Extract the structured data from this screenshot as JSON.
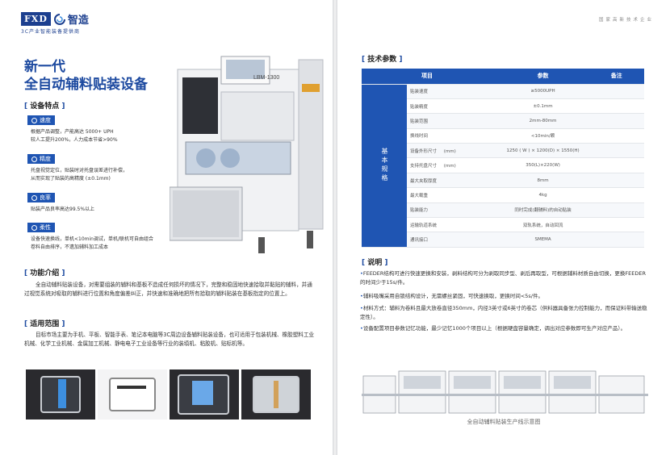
{
  "brand": {
    "logo_text": "FXD",
    "logo_cn": "智造",
    "tagline": "3C产业智能装备提供商"
  },
  "left": {
    "title_line1": "新一代",
    "title_line2": "全自动辅料贴装设备",
    "features_heading": "设备特点",
    "features": [
      {
        "tag": "速度",
        "lines": [
          "根据产品调整，产能高达 5000+ UPH",
          "较人工提升200%，人力成本节省>90%"
        ]
      },
      {
        "tag": "精度",
        "lines": [
          "托盘视觉定位，贴装时对托盘误差进行补偿，",
          "从而实现了贴装的高精度 (±0.1mm)"
        ]
      },
      {
        "tag": "良率",
        "lines": [
          "贴装产品良率高达99.5%以上"
        ]
      },
      {
        "tag": "柔性",
        "lines": [
          "设备快速换线，单机<10min调试，单机/联机可自由组合",
          "卷料自由排序，不遗加辅料加工成本"
        ]
      }
    ],
    "machine_label": "LBM-1300",
    "function_heading": "功能介绍",
    "function_text": "全自动辅料贴装设备，对需要组装的辅料和基板不造成任何损坏的情况下，完整和稳固地快速拾取并黏贴的辅料，并通过视觉系统对吸取的辅料进行位置和角度偏差纠正，并快速和准确地把所有拾取的辅料贴装在基板指定的位置上。",
    "scope_heading": "适用范围",
    "scope_text": "目标市场主要为手机、平板、智能手表、笔记本电脑等3C周边设备辅料贴装设备，也可适用于包装机械、橡胶塑料工业机械、化学工业机械、金属加工机械、静电电子工业设备等行业的装填机、粘胶机、贴标机等。"
  },
  "right": {
    "top_label": "国家高新技术企业",
    "spec_heading": "技术参数",
    "table_headers": [
      "项目",
      "参数",
      "备注"
    ],
    "side_label": "基本规格",
    "rows": [
      {
        "item": "贴装速度",
        "unit": "",
        "value": "≥5000UPH"
      },
      {
        "item": "贴装精度",
        "unit": "",
        "value": "±0.1mm"
      },
      {
        "item": "贴装范围",
        "unit": "",
        "value": "2mm-80mm"
      },
      {
        "item": "换线时间",
        "unit": "",
        "value": "<10min/颗"
      },
      {
        "item": "设备外形尺寸",
        "unit": "(mm)",
        "value": "1250 ( W ) × 1200(D) × 1550(H)"
      },
      {
        "item": "支持托盘尺寸",
        "unit": "(mm)",
        "value": "350(L)×220(W)"
      },
      {
        "item": "最大夹取厚度",
        "unit": "",
        "value": "8mm"
      },
      {
        "item": "最大载重",
        "unit": "",
        "value": "4kg"
      },
      {
        "item": "贴装能力",
        "unit": "",
        "value": "同时完成(翻辅料)的自动贴装"
      },
      {
        "item": "运输轨道系统",
        "unit": "",
        "value": "双轨系统，自动回流"
      },
      {
        "item": "通讯接口",
        "unit": "",
        "value": "SMEMA"
      }
    ],
    "notes_heading": "说明",
    "notes": [
      "FEEDER结构可进行快速更换和安装，剥料结构可分为剥取同步型、剥后再取型，可根据辅料材质自由切换，更换FEEDER的时间少于15s/件。",
      "辅料吸嘴采用自锁结构设计，无需螺丝紧固，可快速换取，更换时间<5s/件。",
      "材料方式：辅料为卷料且最大放卷直径350mm，内径3英寸或6英寸的卷芯（供料器具备张力控制能力，而保证料带输送稳定性）。",
      "设备配置项目参数记忆功能，最少记忆1000个项目以上（根据硬盘容量确定，调出对应参数即可生产对应产品）。"
    ],
    "caption": "全自动辅料贴装生产线示意图"
  }
}
